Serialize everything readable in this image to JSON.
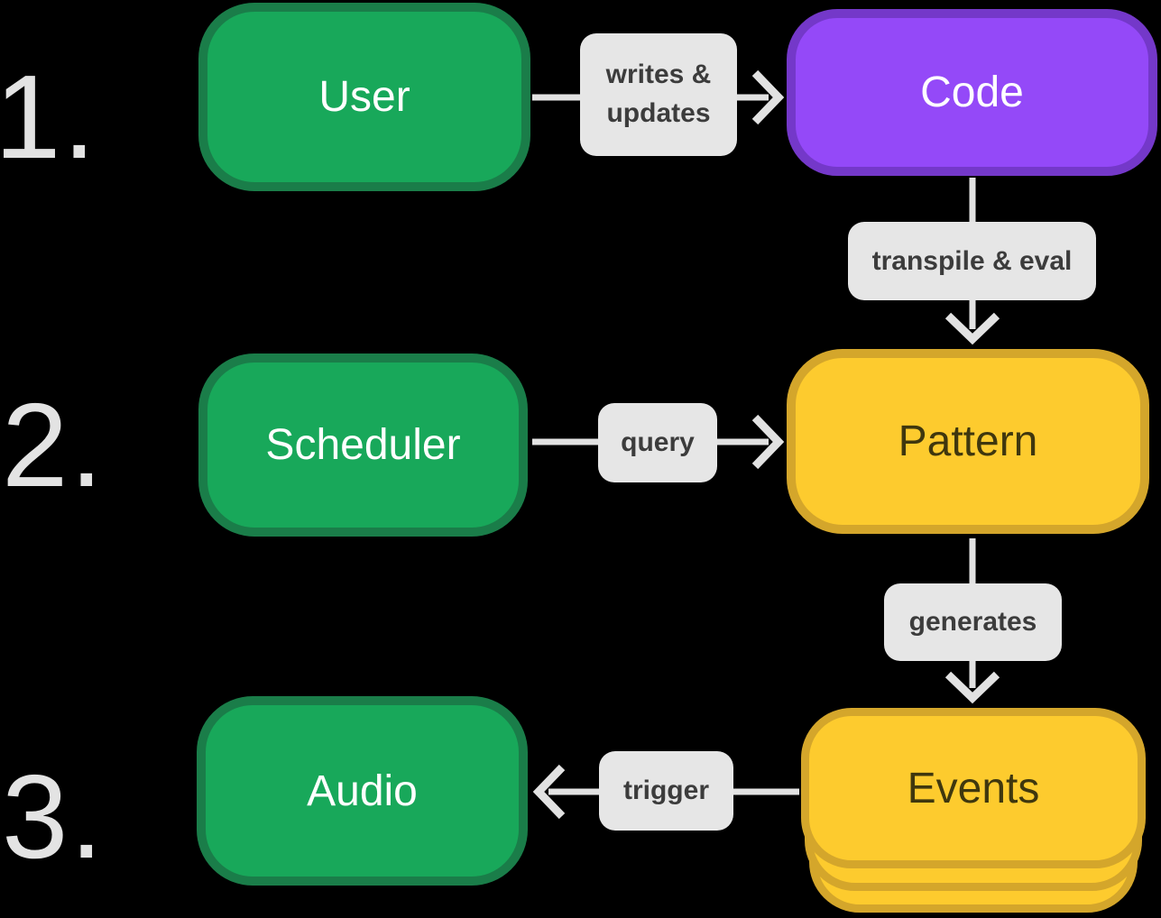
{
  "steps": [
    {
      "label": "1."
    },
    {
      "label": "2."
    },
    {
      "label": "3."
    }
  ],
  "nodes": [
    {
      "id": "user",
      "label": "User",
      "color": "green"
    },
    {
      "id": "code",
      "label": "Code",
      "color": "purple"
    },
    {
      "id": "scheduler",
      "label": "Scheduler",
      "color": "green"
    },
    {
      "id": "pattern",
      "label": "Pattern",
      "color": "yellow"
    },
    {
      "id": "events",
      "label": "Events",
      "color": "yellow",
      "stacked": true
    },
    {
      "id": "audio",
      "label": "Audio",
      "color": "green"
    }
  ],
  "edges": [
    {
      "from": "user",
      "to": "code",
      "label": "writes & updates",
      "lines": [
        "writes &",
        "updates"
      ],
      "direction": "right"
    },
    {
      "from": "code",
      "to": "pattern",
      "label": "transpile & eval",
      "direction": "down"
    },
    {
      "from": "scheduler",
      "to": "pattern",
      "label": "query",
      "direction": "right"
    },
    {
      "from": "pattern",
      "to": "events",
      "label": "generates",
      "direction": "down"
    },
    {
      "from": "events",
      "to": "audio",
      "label": "trigger",
      "direction": "left"
    }
  ],
  "colors": {
    "background": "#000000",
    "green_fill": "#18A85A",
    "green_border": "#1A7D49",
    "purple_fill": "#9449F8",
    "purple_border": "#7438C9",
    "yellow_fill": "#FDCB2E",
    "yellow_border": "#D4A62B",
    "label_bg": "#E6E6E6",
    "label_text": "#3C3C3C",
    "node_text_light": "#FFFFFF",
    "node_text_dark": "#3F370E",
    "arrow": "#E2E2E2",
    "step_number": "#E3E3E3"
  }
}
